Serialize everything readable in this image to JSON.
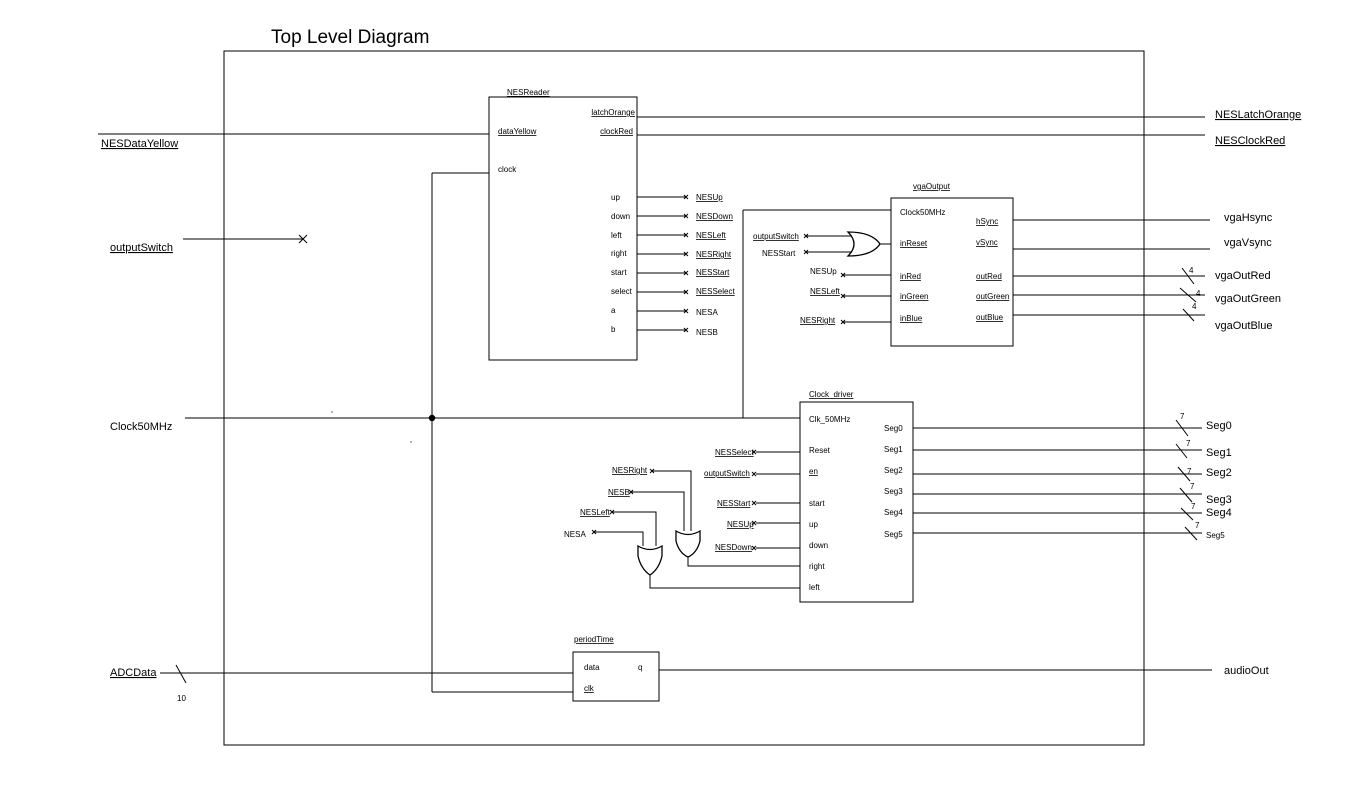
{
  "title": "Top Level Diagram",
  "external": {
    "inputs": {
      "nes_data": "NESDataYellow",
      "output_switch": "outputSwitch",
      "clock": "Clock50MHz",
      "adc": "ADCData",
      "adc_width": "10"
    },
    "outputs": {
      "latch": "NESLatchOrange",
      "clock_red": "NESClockRed",
      "hsync": "vgaHsync",
      "vsync": "vgaVsync",
      "red": "vgaOutRed",
      "green": "vgaOutGreen",
      "blue": "vgaOutBlue",
      "color_width": "4",
      "seg_width": "7",
      "segs": [
        "Seg0",
        "Seg1",
        "Seg2",
        "Seg3",
        "Seg4",
        "Seg5"
      ],
      "audio": "audioOut"
    }
  },
  "nes_reader": {
    "name": "NESReader",
    "inputs": [
      "dataYellow",
      "clock"
    ],
    "outputs_top": [
      "latchOrange",
      "clockRed"
    ],
    "outputs": [
      "up",
      "down",
      "left",
      "right",
      "start",
      "select",
      "a",
      "b"
    ],
    "signals": [
      "NESUp",
      "NESDown",
      "NESLeft",
      "NESRight",
      "NESStart",
      "NESSelect",
      "NESA",
      "NESB"
    ]
  },
  "vga_output": {
    "name": "vgaOutput",
    "inputs": [
      "Clock50MHz",
      "inReset",
      "inRed",
      "inGreen",
      "inBlue"
    ],
    "outputs": [
      "hSync",
      "vSync",
      "outRed",
      "outGreen",
      "outBlue"
    ],
    "reset_or_inputs": [
      "outputSwitch",
      "NESStart"
    ],
    "color_signals": [
      "NESUp",
      "NESLeft",
      "NESRight"
    ]
  },
  "clock_driver": {
    "name": "Clock_driver",
    "inputs": [
      "Clk_50MHz",
      "Reset",
      "en",
      "start",
      "up",
      "down",
      "right",
      "left"
    ],
    "outputs": [
      "Seg0",
      "Seg1",
      "Seg2",
      "Seg3",
      "Seg4",
      "Seg5"
    ],
    "signals": {
      "reset": "NESSelect",
      "en": "outputSwitch",
      "start": "NESStart",
      "up": "NESUp",
      "down": "NESDown"
    },
    "or_right_inputs": [
      "NESRight",
      "NESB"
    ],
    "or_left_inputs": [
      "NESLeft",
      "NESA"
    ]
  },
  "period_time": {
    "name": "periodTime",
    "inputs": [
      "data",
      "clk"
    ],
    "output": "q"
  }
}
